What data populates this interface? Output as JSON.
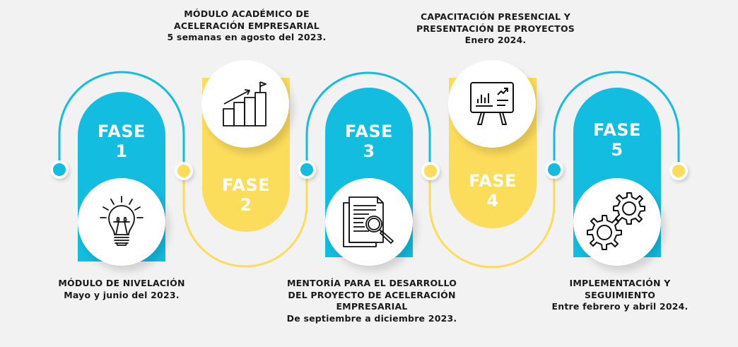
{
  "colors": {
    "background": "#f2f2f2",
    "blue": "#12bde0",
    "yellow": "#fcdc5b",
    "text": "#1a1a1a"
  },
  "phases": [
    {
      "label": "FASE",
      "number": "1",
      "color": "blue",
      "icon": "lightbulb-icon",
      "title": "MÓDULO DE NIVELACIÓN",
      "dates": "Mayo y junio del 2023."
    },
    {
      "label": "FASE",
      "number": "2",
      "color": "yellow",
      "icon": "growth-chart-icon",
      "title": "MÓDULO ACADÉMICO DE\nACELERACIÓN EMPRESARIAL",
      "dates": "5 semanas en agosto del 2023."
    },
    {
      "label": "FASE",
      "number": "3",
      "color": "blue",
      "icon": "document-search-icon",
      "title": "MENTORÍA PARA EL DESARROLLO\nDEL PROYECTO DE ACELERACIÓN\nEMPRESARIAL",
      "dates": "De septiembre a diciembre 2023."
    },
    {
      "label": "FASE",
      "number": "4",
      "color": "yellow",
      "icon": "presentation-board-icon",
      "title": "CAPACITACIÓN PRESENCIAL Y\nPRESENTACIÓN DE PROYECTOS",
      "dates": "Enero 2024."
    },
    {
      "label": "FASE",
      "number": "5",
      "color": "blue",
      "icon": "gears-icon",
      "title": "IMPLEMENTACIÓN Y\nSEGUIMIENTO",
      "dates": "Entre febrero y abril 2024."
    }
  ]
}
